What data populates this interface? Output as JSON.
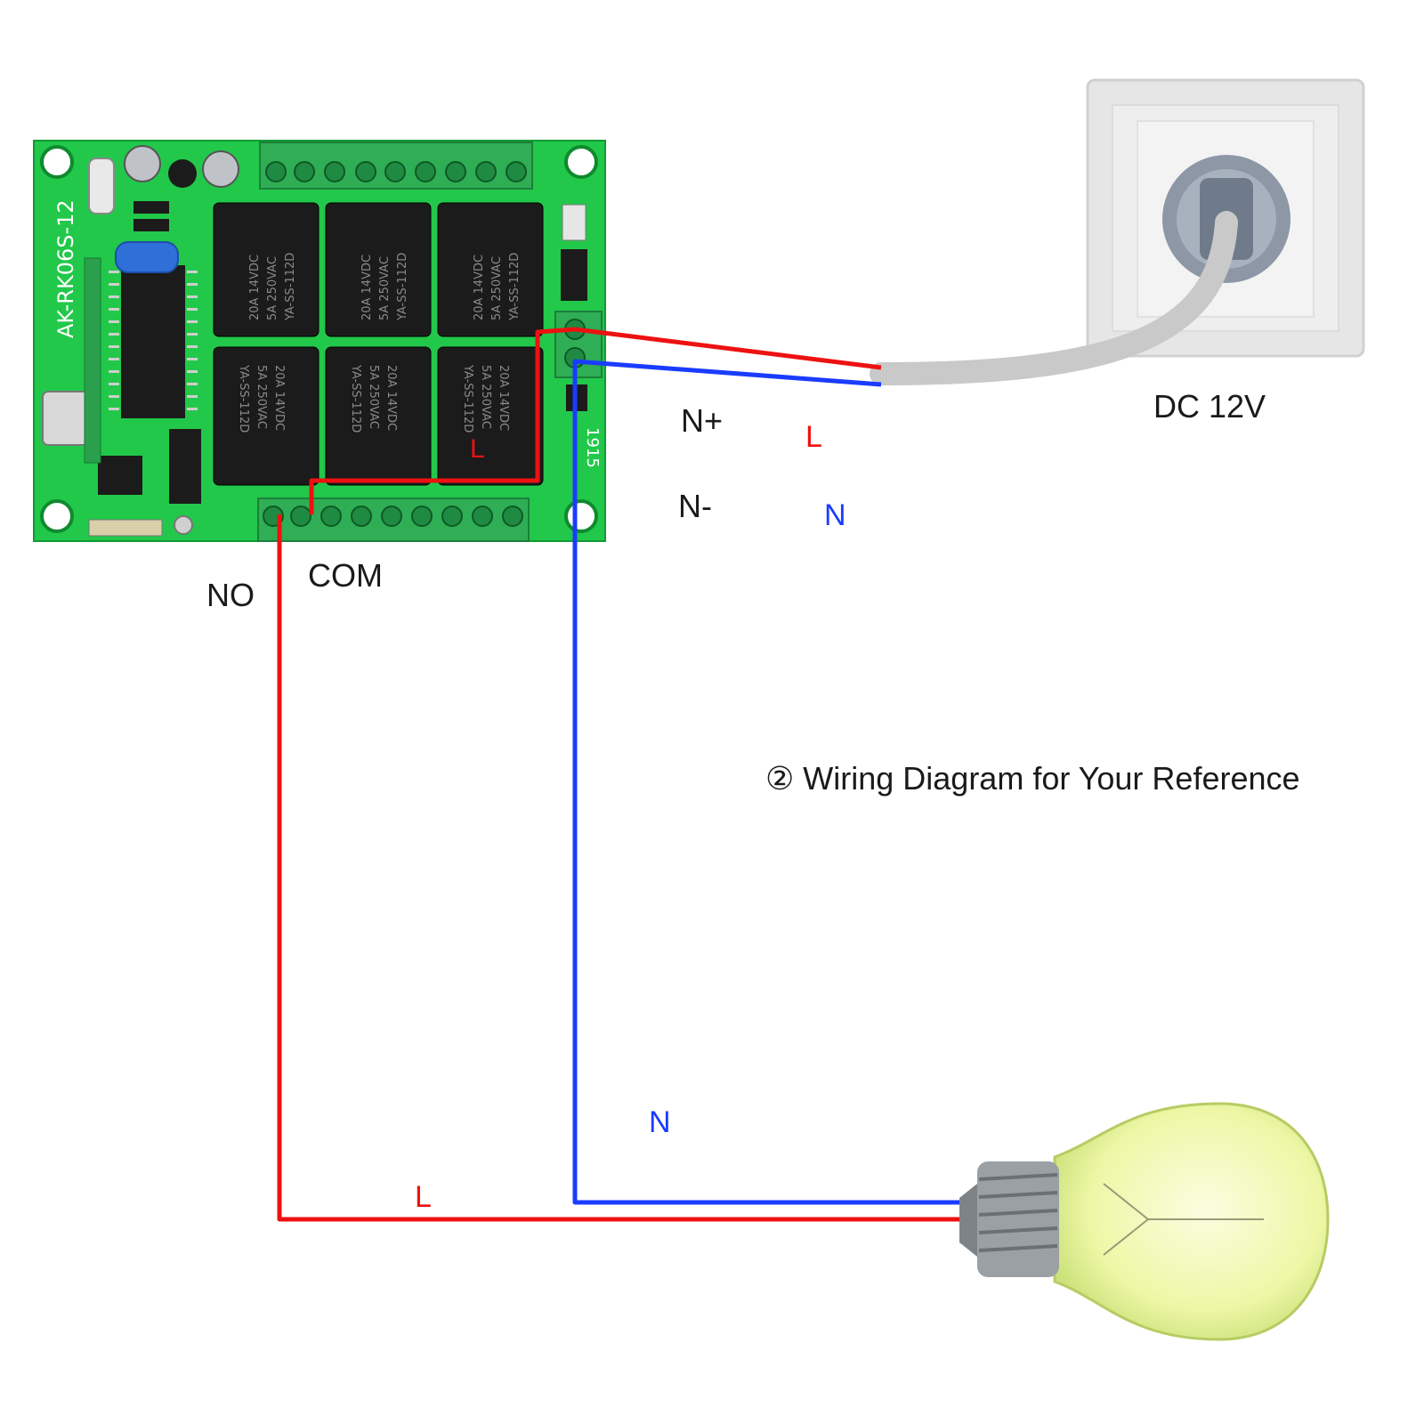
{
  "board": {
    "model": "AK-RK06S-12",
    "relay_text": [
      "20A 14VDC",
      "5A 250VAC",
      "YA-SS-112D"
    ],
    "chip_code": "1915"
  },
  "labels": {
    "dc_power": "DC 12V",
    "n_plus": "N+",
    "n_minus": "N-",
    "no": "NO",
    "com": "COM",
    "caption": "② Wiring Diagram for Your Reference",
    "wire_l_top": "L",
    "wire_n_top": "N",
    "wire_l_board": "L",
    "wire_n_mid": "N",
    "wire_l_bottom": "L"
  },
  "colors": {
    "live_wire": "#ee1111",
    "neutral_wire": "#1a3cff",
    "pcb": "#22c84a",
    "terminal": "#2fae55",
    "relay": "#1b1b1b",
    "cable": "#c9c9c9"
  },
  "icons": {
    "pcb": "relay-board",
    "socket": "wall-socket",
    "bulb": "light-bulb"
  }
}
